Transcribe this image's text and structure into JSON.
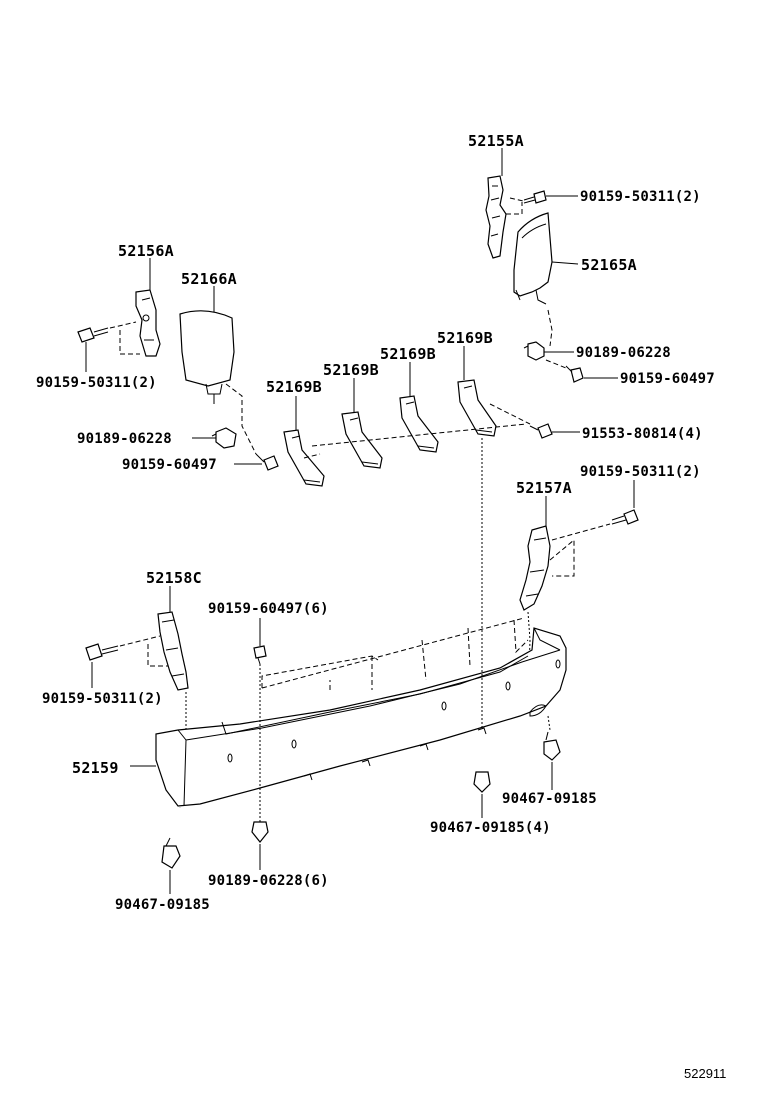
{
  "labels": {
    "p52155A": "52155A",
    "p90159_50311_2_top": "90159-50311(2)",
    "p52165A": "52165A",
    "p90189_06228_right": "90189-06228",
    "p90159_60497_right": "90159-60497",
    "p52156A": "52156A",
    "p52166A": "52166A",
    "p90159_50311_2_left": "90159-50311(2)",
    "p52169B_1": "52169B",
    "p52169B_2": "52169B",
    "p52169B_3": "52169B",
    "p52169B_4": "52169B",
    "p90189_06228_left": "90189-06228",
    "p90159_60497_left": "90159-60497",
    "p91553_80814_4": "91553-80814(4)",
    "p90159_50311_2_mid": "90159-50311(2)",
    "p52157A": "52157A",
    "p52158C": "52158C",
    "p90159_60497_6": "90159-60497(6)",
    "p90159_50311_2_low": "90159-50311(2)",
    "p52159": "52159",
    "p90467_09185_right": "90467-09185",
    "p90467_09185_4": "90467-09185(4)",
    "p90189_06228_6": "90189-06228(6)",
    "p90467_09185_left": "90467-09185"
  },
  "reference_number": "522911"
}
